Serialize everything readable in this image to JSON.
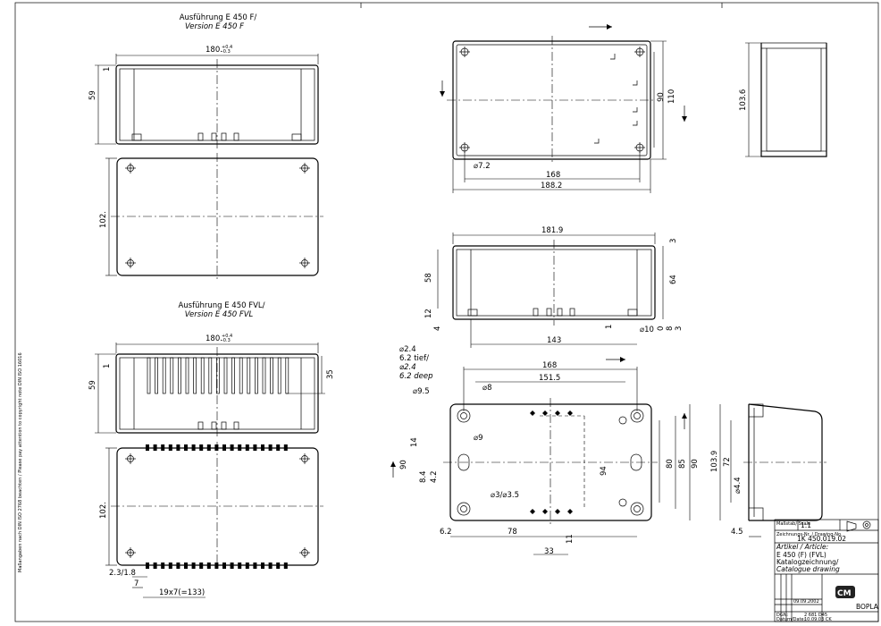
{
  "titles": {
    "f_de": "Ausführung E 450 F/",
    "f_en": "Version E 450 F",
    "fvl_de": "Ausführung E 450 FVL/",
    "fvl_en": "Version E 450 FVL"
  },
  "dims": {
    "d180_top": "180.",
    "tol_top": "+0.4",
    "tol_bot": "-0.3",
    "d59": "59",
    "d1": "1",
    "d102": "102.",
    "d180_fvl": "180.",
    "d59_fvl": "59",
    "d1_fvl": "1",
    "d35": "35",
    "d102_fvl": "102.",
    "d23_18": "2.3/1.8",
    "d7": "7",
    "d19x7": "19x7(=133)",
    "d90_tr": "90",
    "d110": "110",
    "d72_dia": "⌀7.2",
    "d168_tr": "168",
    "d188": "188.2",
    "d1036": "103.6",
    "d1819": "181.9",
    "d3a": "3",
    "d58": "58",
    "d64": "64",
    "d12": "12",
    "d4": "4",
    "d1b": "1",
    "d10": "⌀10",
    "d0": "0",
    "d8": "8",
    "d3b": "3",
    "d143": "143",
    "h24": "⌀2.4",
    "h62": "6.2 tief/",
    "h24b": "⌀2.4",
    "h62deep": "6.2 deep",
    "d95": "⌀9.5",
    "d168_b": "168",
    "d1515": "151.5",
    "d8b": "⌀8",
    "d9": "⌀9",
    "d14": "14",
    "d90_b": "90",
    "d84": "8.4",
    "d42": "4.2",
    "d94": "94",
    "d80": "80",
    "d85": "85",
    "d90_br": "90",
    "d3_35": "⌀3/⌀3.5",
    "d62": "6.2",
    "d78": "78",
    "d33": "33",
    "d11": "11",
    "d1039": "103.9",
    "d72": "72",
    "d44": "⌀4.4",
    "d45": "4.5"
  },
  "side_note": "Maßangaben nach DIN ISO 2768 beachten / Please pay attention to copyright note DIN ISO 16016",
  "title_block": {
    "scale_label": "Maßstab/ Scale",
    "scale_value": "1:1",
    "drawing_no_label": "Zeichnungs-Nr. / Drawing-No.",
    "drawing_no": "1K 450.019.02",
    "article_label": "Artikel / Article:",
    "article": "E 450 (F) (FVL)",
    "desc_de": "Katalogzeichnung/",
    "desc_en": "Catalogue drawing",
    "date1": "09.09.2002",
    "dgn_label": "DGN:",
    "dgn": "2 681 D45",
    "date_label": "Datum/Date:",
    "date2": "10.09.03 CK",
    "company": "BOPLA"
  }
}
